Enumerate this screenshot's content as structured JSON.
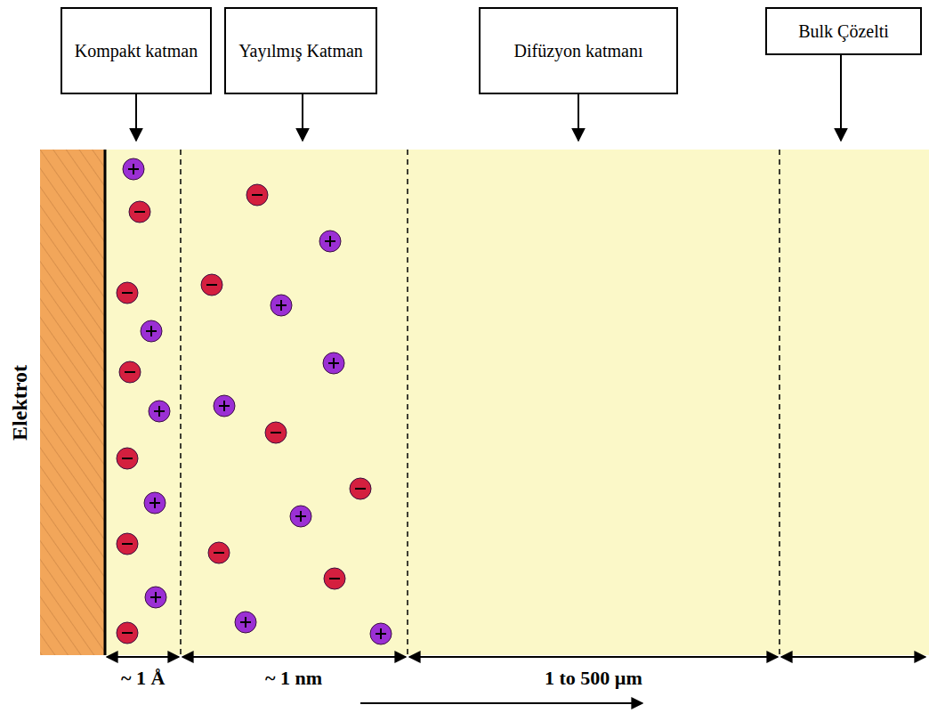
{
  "diagram": {
    "nodes": [
      {
        "text": [
          "Kompakt katman"
        ]
      },
      {
        "text": [
          "Yayılmış Katman"
        ]
      },
      {
        "text": [
          "Difüzyon katmanı"
        ]
      },
      {
        "text": [
          "Bulk Çözelti"
        ]
      }
    ],
    "labels": [
      "Elektrot",
      "~ 1 Å",
      "~ 1 nm",
      "1 to 500 µm"
    ]
  }
}
